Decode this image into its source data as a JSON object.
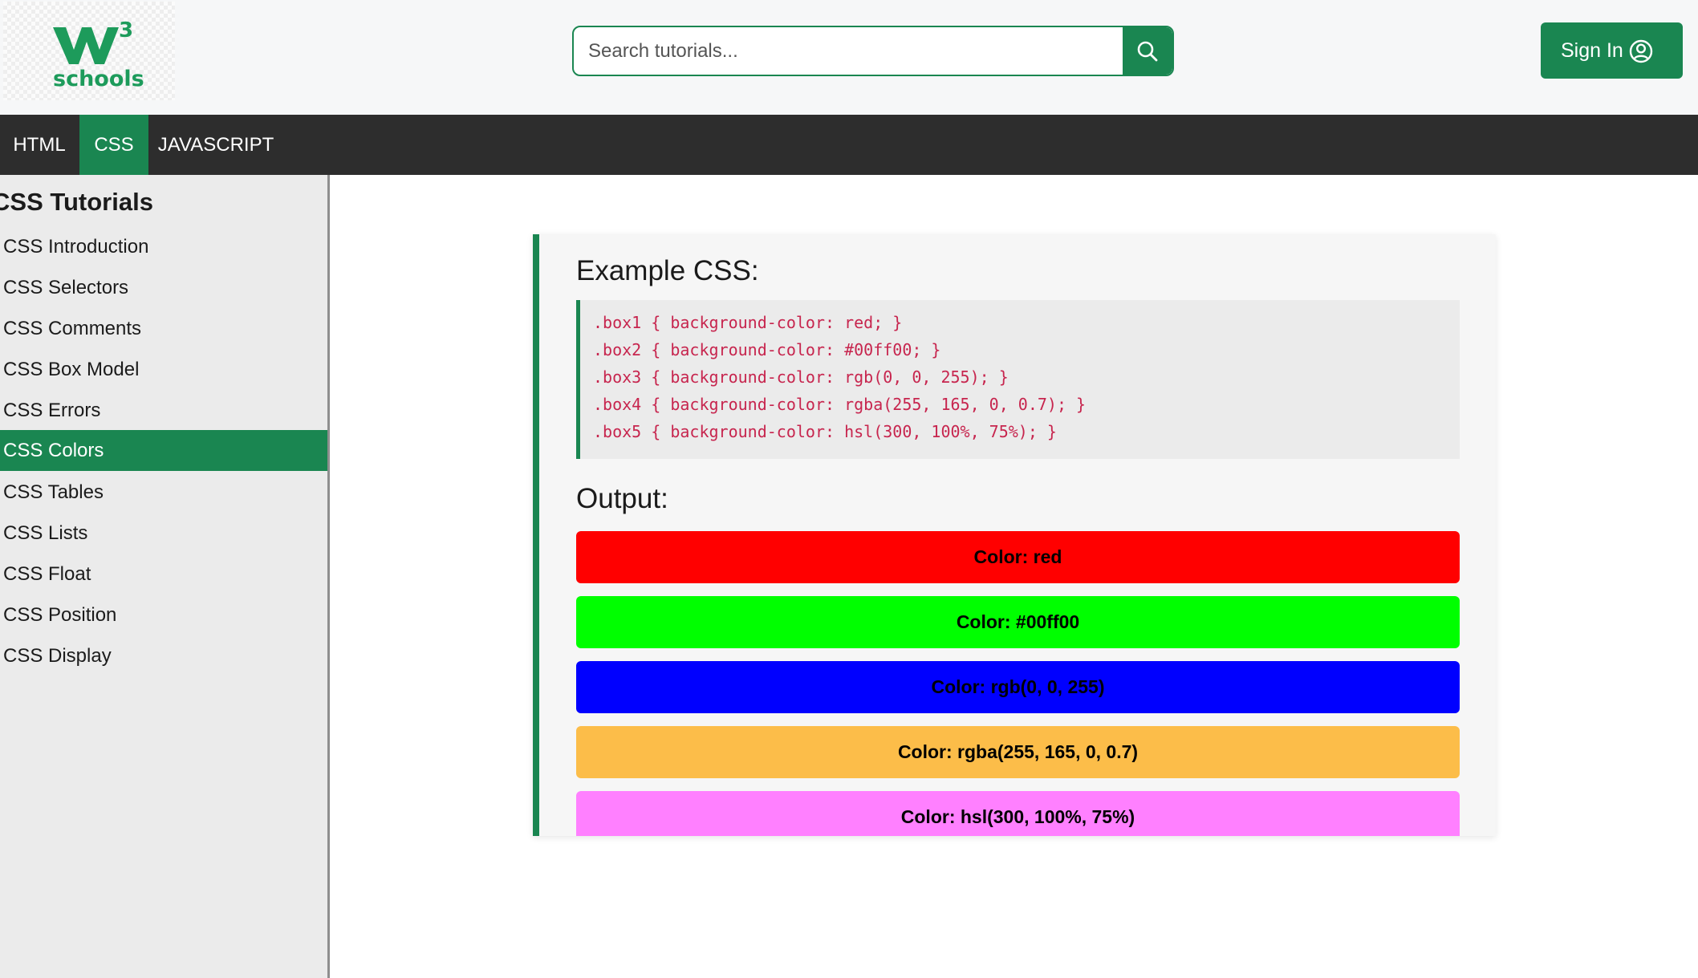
{
  "logo": {
    "superscript": "3",
    "text": "schools",
    "color": "#1d9b5b"
  },
  "search": {
    "placeholder": "Search tutorials...",
    "value": "",
    "icon": "search-icon"
  },
  "header": {
    "signin_label": "Sign In",
    "signin_icon": "user-circle-icon"
  },
  "nav": {
    "tabs": [
      {
        "label": "HTML",
        "active": false
      },
      {
        "label": "CSS",
        "active": true
      },
      {
        "label": "JAVASCRIPT",
        "active": false
      }
    ]
  },
  "sidebar": {
    "title": "CSS Tutorials",
    "items": [
      {
        "label": "CSS Introduction",
        "active": false
      },
      {
        "label": "CSS Selectors",
        "active": false
      },
      {
        "label": "CSS Comments",
        "active": false
      },
      {
        "label": "CSS Box Model",
        "active": false
      },
      {
        "label": "CSS Errors",
        "active": false
      },
      {
        "label": "CSS Colors",
        "active": true
      },
      {
        "label": "CSS Tables",
        "active": false
      },
      {
        "label": "CSS Lists",
        "active": false
      },
      {
        "label": "CSS Float",
        "active": false
      },
      {
        "label": "CSS Position",
        "active": false
      },
      {
        "label": "CSS Display",
        "active": false
      }
    ]
  },
  "example": {
    "heading": "Example CSS:",
    "code_lines": [
      ".box1 { background-color: red; }",
      ".box2 { background-color: #00ff00; }",
      ".box3 { background-color: rgb(0, 0, 255); }",
      ".box4 { background-color: rgba(255, 165, 0, 0.7); }",
      ".box5 { background-color: hsl(300, 100%, 75%); }"
    ],
    "output_heading": "Output:",
    "boxes": [
      {
        "label": "Color: red",
        "color": "red"
      },
      {
        "label": "Color: #00ff00",
        "color": "#00ff00"
      },
      {
        "label": "Color: rgb(0, 0, 255)",
        "color": "rgb(0, 0, 255)"
      },
      {
        "label": "Color: rgba(255, 165, 0, 0.7)",
        "color": "rgba(255, 165, 0, 0.7)"
      },
      {
        "label": "Color: hsl(300, 100%, 75%)",
        "color": "hsl(300, 100%, 75%)"
      }
    ]
  },
  "colors": {
    "accent": "#1a8651",
    "navbar": "#2d2d2d",
    "code_text": "#c7254e"
  }
}
